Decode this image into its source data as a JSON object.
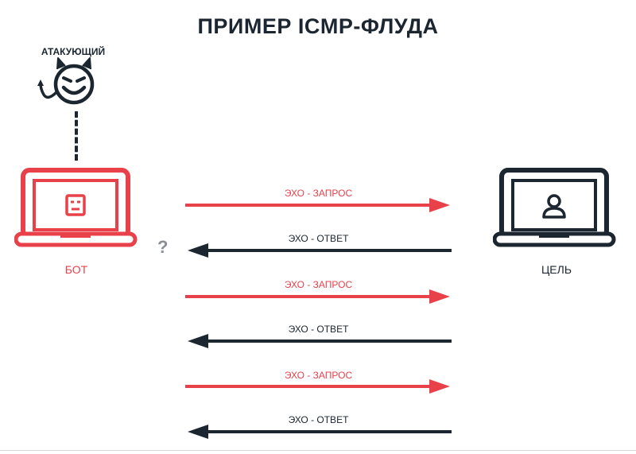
{
  "title": "ПРИМЕР ICMP-ФЛУДА",
  "attacker": {
    "label": "АТАКУЮЩИЙ",
    "icon": "devil-face-icon"
  },
  "bot": {
    "label": "БОТ",
    "icon": "robot-face-icon"
  },
  "target": {
    "label": "ЦЕЛЬ",
    "icon": "user-icon"
  },
  "unknown_marker": "?",
  "colors": {
    "request": "#e8414a",
    "reply": "#1b2631",
    "unknown": "#8a8f96"
  },
  "exchanges": [
    {
      "direction": "bot-to-target",
      "label": "ЭХО - ЗАПРОС"
    },
    {
      "direction": "target-to-bot",
      "label": "ЭХО - ОТВЕТ"
    },
    {
      "direction": "bot-to-target",
      "label": "ЭХО - ЗАПРОС"
    },
    {
      "direction": "target-to-bot",
      "label": "ЭХО - ОТВЕТ"
    },
    {
      "direction": "bot-to-target",
      "label": "ЭХО - ЗАПРОС"
    },
    {
      "direction": "target-to-bot",
      "label": "ЭХО - ОТВЕТ"
    }
  ]
}
